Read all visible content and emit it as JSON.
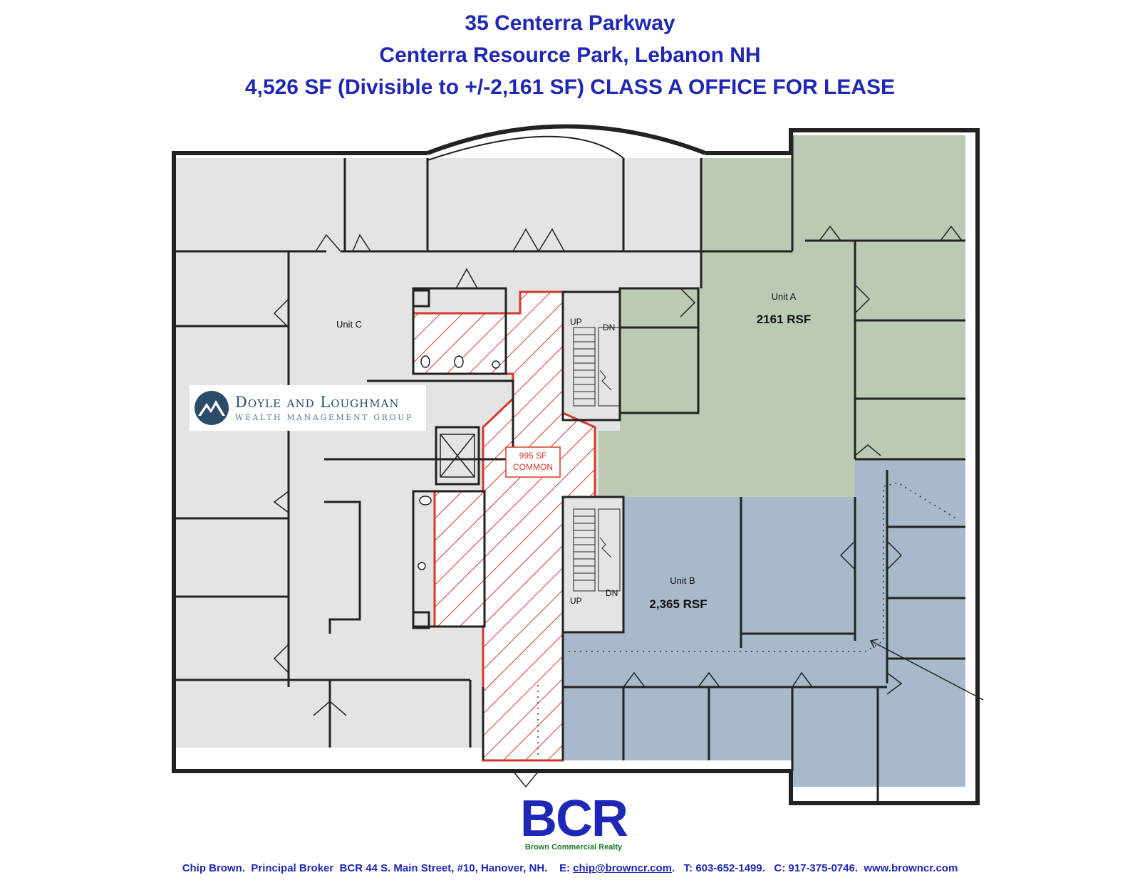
{
  "header": {
    "line1": "35 Centerra Parkway",
    "line2": "Centerra Resource Park, Lebanon NH",
    "line3": "4,526 SF (Divisible to +/-2,161 SF) CLASS A OFFICE FOR LEASE"
  },
  "units": {
    "a": {
      "name": "Unit A",
      "area": "2161 RSF",
      "color": "#bccab4"
    },
    "b": {
      "name": "Unit B",
      "area": "2,365 RSF",
      "color": "#a8b9cb"
    },
    "c": {
      "name": "Unit C",
      "color": "#e4e4e4"
    },
    "common": {
      "area": "995 SF",
      "label": "COMMON",
      "color": "#d23a2a"
    }
  },
  "stairs": {
    "up": "UP",
    "down": "DN"
  },
  "tenant": {
    "line1": "Doyle and Loughman",
    "line2": "Wealth Management Group"
  },
  "logo": {
    "mark": "BCR",
    "name": "Brown Commercial Realty"
  },
  "footer": {
    "broker": "Chip Brown.  Principal Broker  BCR 44 S. Main Street, #10, Hanover, NH.    E: ",
    "email": "chip@browncr.com",
    "phones": ".   T: 603-652-1499.   C: 917-375-0746.  www.browncr.com"
  }
}
